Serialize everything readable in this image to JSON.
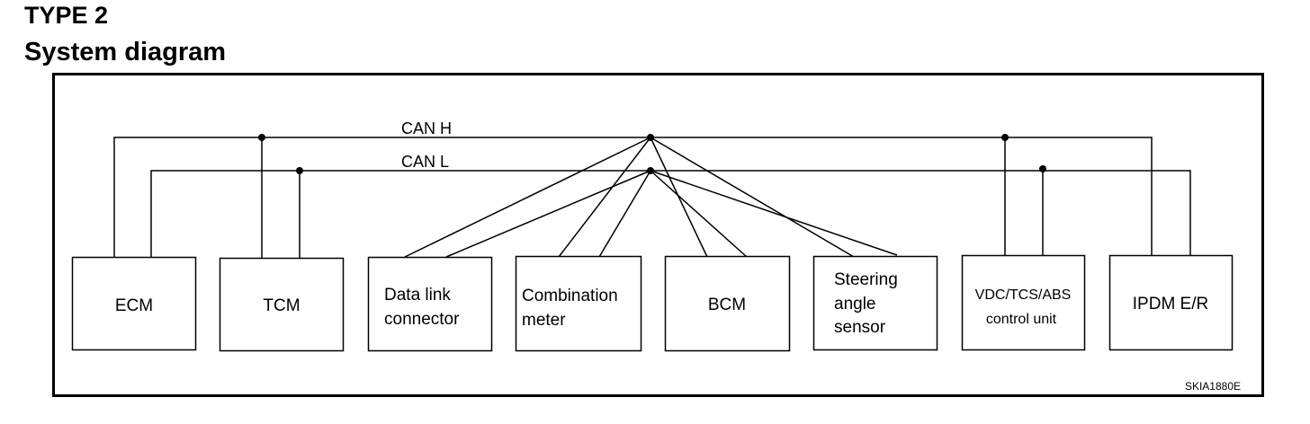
{
  "header": {
    "type_label": "TYPE 2",
    "title": "System diagram"
  },
  "bus": {
    "can_h_label": "CAN H",
    "can_l_label": "CAN L"
  },
  "units": [
    {
      "id": "ecm",
      "lines": [
        "ECM"
      ]
    },
    {
      "id": "tcm",
      "lines": [
        "TCM"
      ]
    },
    {
      "id": "data-link-connector",
      "lines": [
        "Data link",
        "connector"
      ]
    },
    {
      "id": "combination-meter",
      "lines": [
        "Combination",
        "meter"
      ]
    },
    {
      "id": "bcm",
      "lines": [
        "BCM"
      ]
    },
    {
      "id": "steering-angle-sensor",
      "lines": [
        "Steering",
        "angle",
        "sensor"
      ]
    },
    {
      "id": "vdc-tcs-abs-control-unit",
      "lines": [
        "VDC/TCS/ABS",
        "control unit"
      ]
    },
    {
      "id": "ipdm-er",
      "lines": [
        "IPDM E/R"
      ]
    }
  ],
  "figure_code": "SKIA1880E",
  "colors": {
    "ink": "#000000",
    "paper": "#ffffff"
  }
}
